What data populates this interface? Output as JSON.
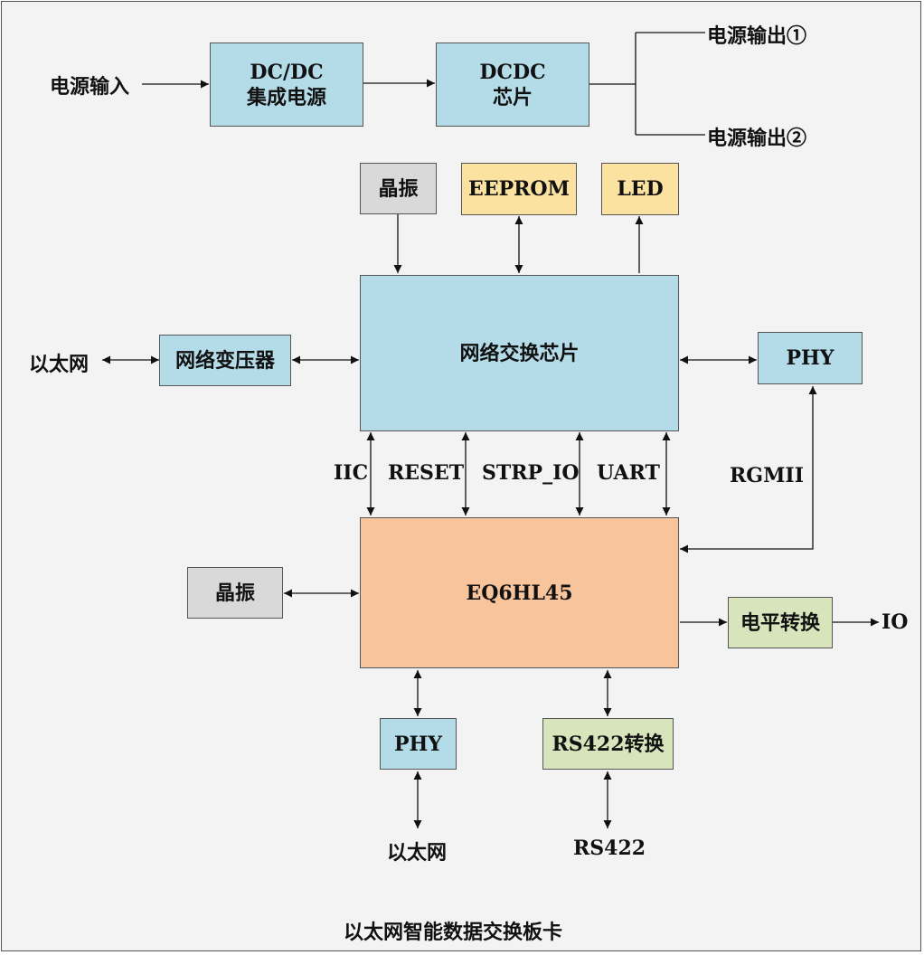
{
  "power": {
    "input_label": "电源输入",
    "dcdc_module": "DC/DC\n集成电源",
    "dcdc_chip": "DCDC\n芯片",
    "output1": "电源输出①",
    "output2": "电源输出②"
  },
  "switch_section": {
    "crystal": "晶振",
    "eeprom": "EEPROM",
    "led": "LED",
    "switch_chip": "网络交换芯片",
    "ethernet": "以太网",
    "transformer": "网络变压器",
    "phy": "PHY"
  },
  "buses": {
    "iic": "IIC",
    "reset": "RESET",
    "strp_io": "STRP_IO",
    "uart": "UART",
    "rgmii": "RGMII"
  },
  "controller_section": {
    "crystal": "晶振",
    "controller": "EQ6HL45",
    "level_shift": "电平转换",
    "io": "IO",
    "phy": "PHY",
    "rs422_conv": "RS422转换",
    "ethernet": "以太网",
    "rs422": "RS422"
  },
  "caption": "以太网智能数据交换板卡",
  "colors": {
    "blue": "#b4dce8",
    "yellow": "#fbe2a0",
    "gray": "#d9d9d9",
    "green": "#d8e4bc",
    "orange": "#f8c49b"
  }
}
